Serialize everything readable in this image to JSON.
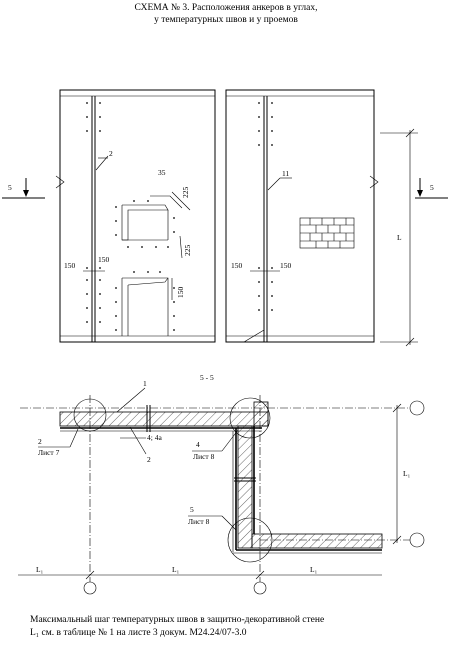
{
  "title": {
    "line1": "СХЕМА № 3. Расположения анкеров в углах,",
    "line2": "у температурных швов и у проемов"
  },
  "labels": {
    "section_left_5": "5",
    "section_right_5": "5",
    "section_title": "5 - 5",
    "callout_2": "2",
    "callout_11": "11",
    "callout_1": "1",
    "callout_2b": "2",
    "callout_4_4a": "4; 4а",
    "callout_L": "L",
    "dim_35": "35",
    "dim_225_top": "225",
    "dim_225_bottom": "225",
    "dim_150_a": "150",
    "dim_150_b": "150",
    "dim_150_c": "150",
    "dim_150_d": "150",
    "dim_150_vert": "150",
    "ref_2": "2",
    "ref_2_sheet": "Лист 7",
    "ref_4": "4",
    "ref_4_sheet": "Лист 8",
    "ref_5": "5",
    "ref_5_sheet": "Лист 8",
    "L1_vert": "L₁",
    "L1_bottom_a": "L₁",
    "L1_bottom_b": "L₁",
    "L1_bottom_c": "L₁"
  },
  "note": {
    "line1": "Максимальный шаг температурных швов в защитно-декоративной стене",
    "line2": "L₁ см. в таблице № 1 на листе 3 докум. М24.24/07-3.0"
  }
}
